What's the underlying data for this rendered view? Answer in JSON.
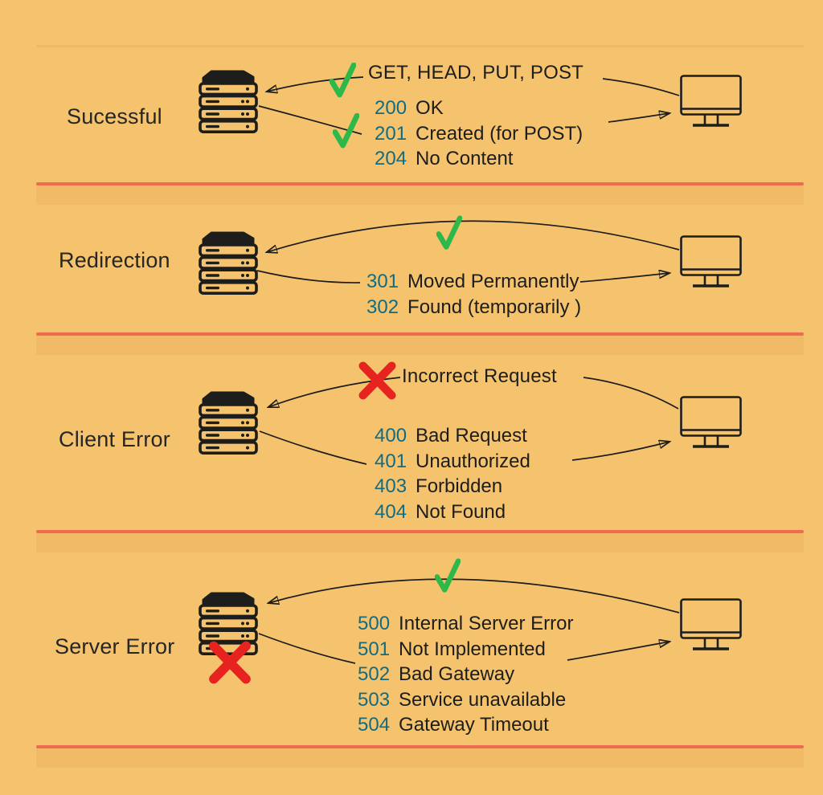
{
  "palette": {
    "background": "#f5c36e",
    "divider_red": "#ee6a50",
    "divider_faint": "#e9b35e",
    "code_teal": "#136b80",
    "ink": "#1d1d1b",
    "check_green": "#2eb84a",
    "cross_red": "#e6231f"
  },
  "sections": [
    {
      "label": "Sucessful",
      "request_label": "GET, HEAD, PUT, POST",
      "result": "success",
      "codes": [
        {
          "code": "200",
          "desc": "OK"
        },
        {
          "code": "201",
          "desc": "Created (for POST)"
        },
        {
          "code": "204",
          "desc": "No Content"
        }
      ]
    },
    {
      "label": "Redirection",
      "result": "success",
      "codes": [
        {
          "code": "301",
          "desc": "Moved Permanently"
        },
        {
          "code": "302",
          "desc": "Found (temporarily )"
        }
      ]
    },
    {
      "label": "Client Error",
      "request_label": "Incorrect Request",
      "result": "error",
      "codes": [
        {
          "code": "400",
          "desc": "Bad Request"
        },
        {
          "code": "401",
          "desc": "Unauthorized"
        },
        {
          "code": "403",
          "desc": "Forbidden"
        },
        {
          "code": "404",
          "desc": "Not Found"
        }
      ]
    },
    {
      "label": "Server Error",
      "result": "error",
      "codes": [
        {
          "code": "500",
          "desc": "Internal Server Error"
        },
        {
          "code": "501",
          "desc": "Not Implemented"
        },
        {
          "code": "502",
          "desc": "Bad Gateway"
        },
        {
          "code": "503",
          "desc": "Service unavailable"
        },
        {
          "code": "504",
          "desc": "Gateway Timeout"
        }
      ]
    }
  ]
}
